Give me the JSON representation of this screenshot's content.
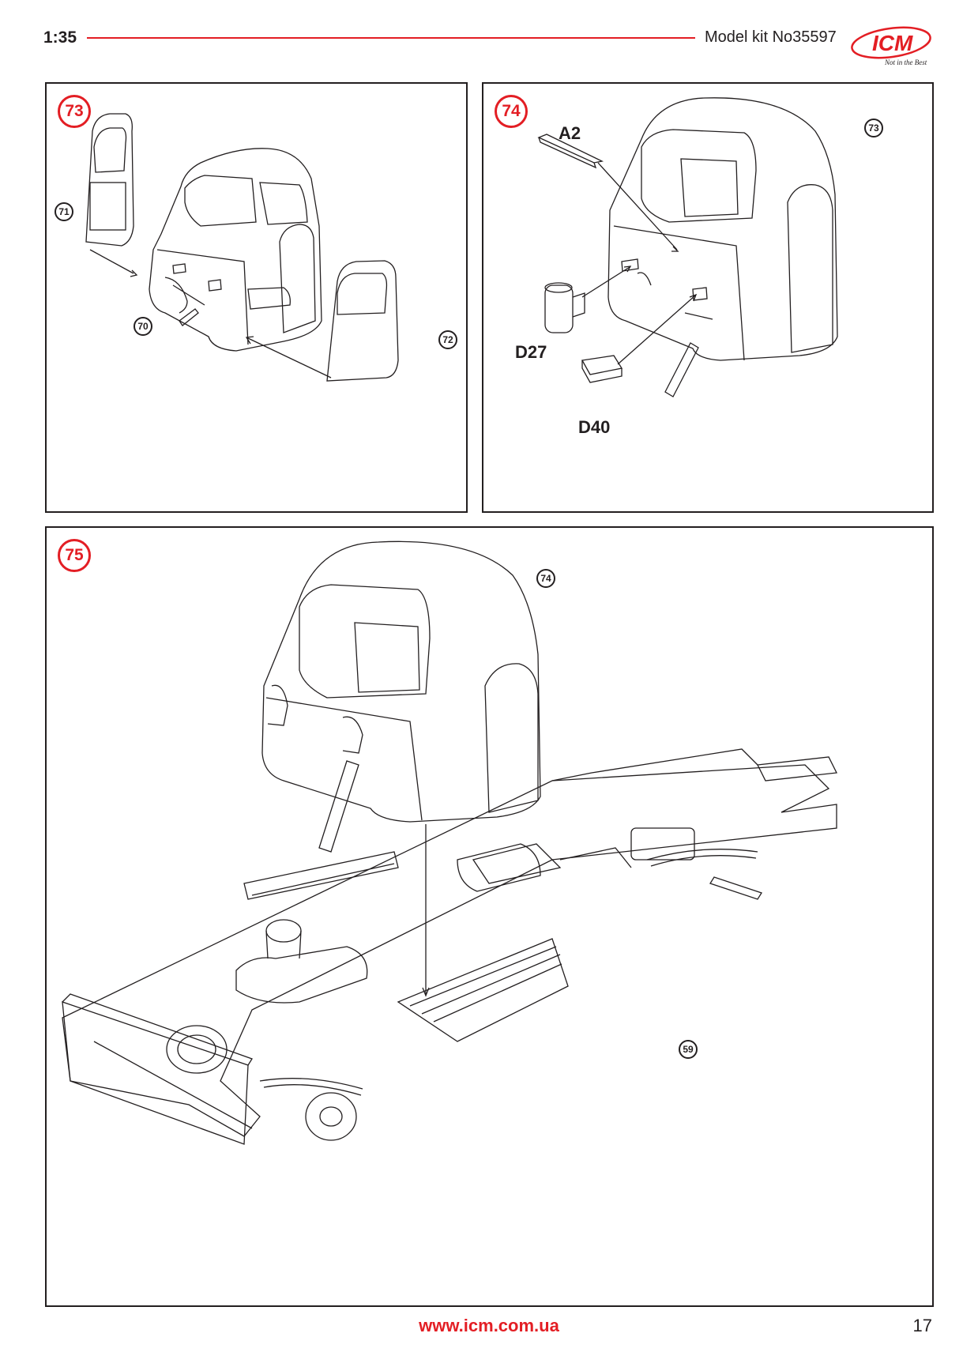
{
  "header": {
    "scale": "1:35",
    "kit": "Model kit No35597",
    "logo_text": "ICM",
    "logo_tagline": "Not in the Best",
    "accent_color": "#e31e24"
  },
  "steps": [
    {
      "number": "73",
      "refs": [
        "71",
        "70",
        "72"
      ]
    },
    {
      "number": "74",
      "refs": [
        "73"
      ],
      "parts": [
        "A2",
        "D27",
        "D40"
      ]
    },
    {
      "number": "75",
      "refs": [
        "74",
        "59"
      ]
    }
  ],
  "footer": {
    "url": "www.icm.com.ua",
    "page": "17"
  }
}
